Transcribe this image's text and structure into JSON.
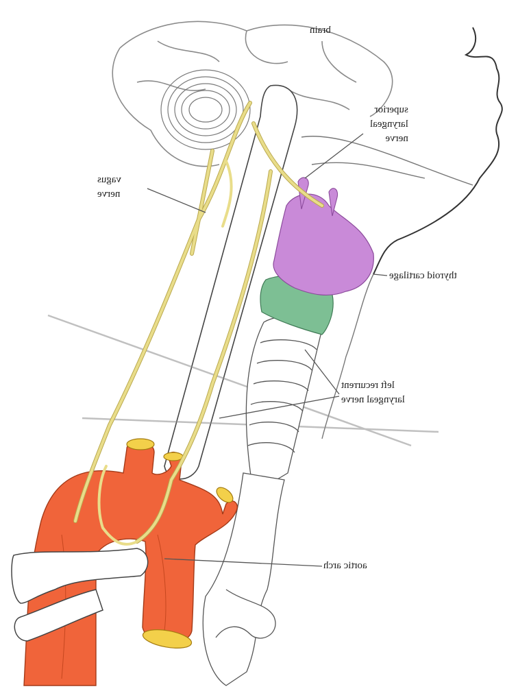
{
  "labels": {
    "brain": "brain",
    "superior_laryngeal_nerve": [
      "superior",
      "laryngeal",
      "nerve"
    ],
    "vagus_nerve": [
      "vagus",
      "nerve"
    ],
    "thyroid_cartilage": "thyroid cartilage",
    "left_recurrent_laryngeal_nerve": [
      "left recurrent",
      "laryngeal nerve"
    ],
    "aortic_arch": "aortic arch"
  },
  "colors": {
    "aorta": "#f0643a",
    "aorta_shade": "#d44a22",
    "nerve": "#e9dd8a",
    "nerve_outline": "#b9a84e",
    "thyroid_cartilage": "#c98ad8",
    "cricoid": "#7dbf94",
    "vessel_cut": "#f3d04a",
    "line_art": "#555555"
  }
}
